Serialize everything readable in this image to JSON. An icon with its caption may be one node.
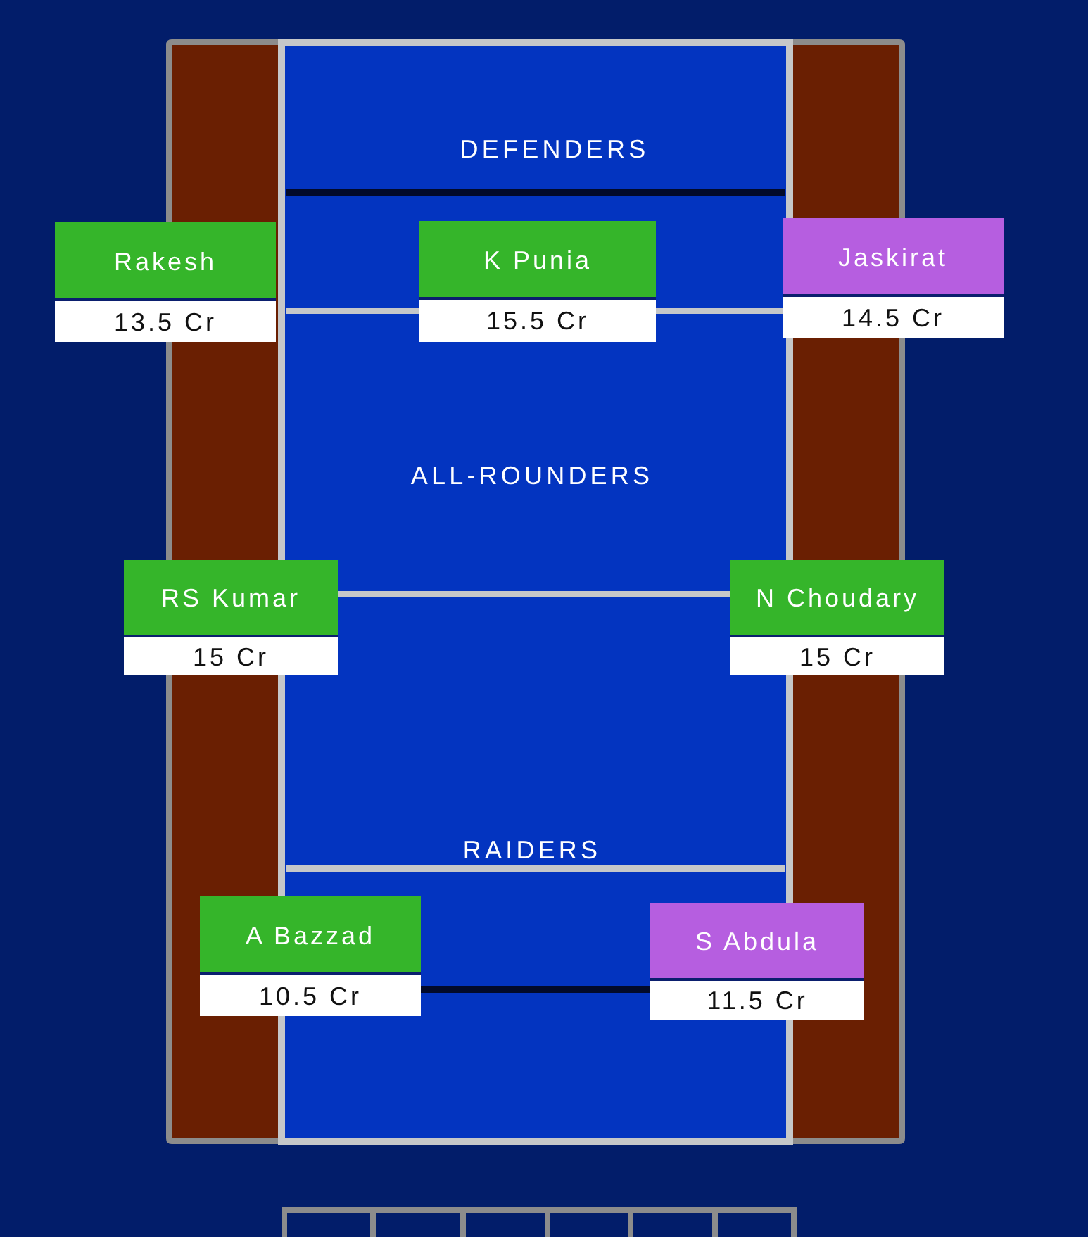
{
  "diagram": {
    "nodes": [
      {
        "text": [
          "Rakesh",
          "13.5 Cr"
        ]
      },
      {
        "text": [
          "K Punia",
          "15.5 Cr"
        ]
      },
      {
        "text": [
          "Jaskirat",
          "14.5 Cr"
        ]
      },
      {
        "text": [
          "RS Kumar",
          "15 Cr"
        ]
      },
      {
        "text": [
          "N Choudary",
          "15 Cr"
        ]
      },
      {
        "text": [
          "A Bazzad",
          "10.5 Cr"
        ]
      },
      {
        "text": [
          "S Abdula",
          "11.5 Cr"
        ]
      }
    ],
    "labels": [
      "DEFENDERS",
      "ALL-ROUNDERS",
      "RAIDERS"
    ]
  }
}
